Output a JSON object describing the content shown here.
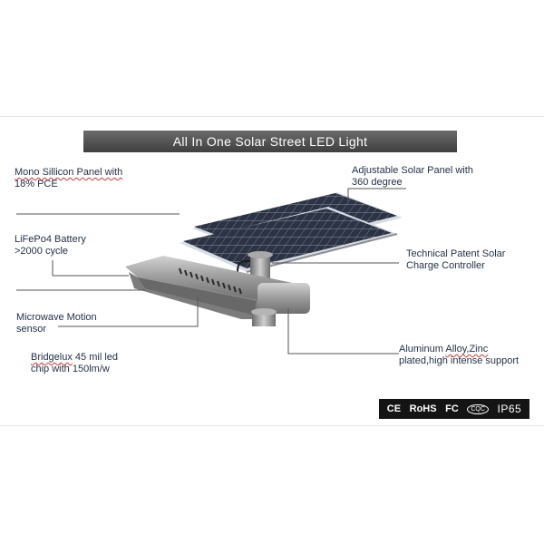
{
  "title": "All In One Solar Street LED Light",
  "labels": {
    "mono_panel": {
      "line1": "Mono Sillicon Panel with",
      "line2": "18% PCE"
    },
    "adjustable_panel": {
      "line1": "Adjustable Solar Panel with",
      "line2": "360 degree"
    },
    "battery": {
      "line1": "LiFePo4 Battery",
      "line2": ">2000 cycle"
    },
    "controller": {
      "line1": "Technical Patent Solar",
      "line2": "Charge Controller"
    },
    "motion_sensor": {
      "line1": "Microwave Motion",
      "line2": "sensor"
    },
    "aluminum": {
      "line1_a": "Aluminum ",
      "line1_b": "Alloy,Zinc",
      "line2": "plated,high intense support"
    },
    "bridgelux": {
      "line1_a": "Bridgelux",
      "line1_b": " 45 mil led",
      "line2": "chip with 150lm/w"
    }
  },
  "certifications": {
    "ce": "CE",
    "rohs": "RoHS",
    "fc": "FC",
    "cqc": "CQC",
    "ip": "IP65"
  },
  "colors": {
    "title_bar": "#4a4a4a",
    "label_text": "#1f2f45",
    "leader_line": "#555555",
    "panel_cell": "#2b3345",
    "housing": "#9a9a9a",
    "cert_bar": "#141414"
  },
  "icons": [
    "ce-mark-icon",
    "rohs-mark-icon",
    "fc-mark-icon",
    "cqc-mark-icon"
  ]
}
